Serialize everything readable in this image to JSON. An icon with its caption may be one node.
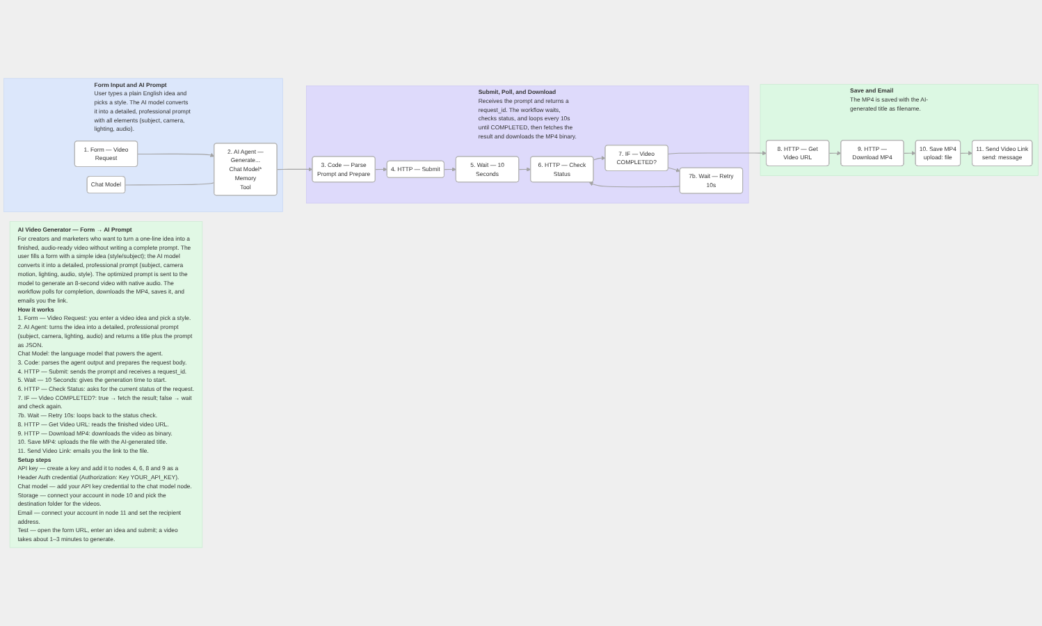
{
  "diagram": {
    "nodes": [
      {
        "text": [
          "AI Video Generator — Form → AI Prompt",
          "For creators and marketers who want to turn a one-line idea into a finished, audio-ready video without writing a complete prompt. The user fills a form with a simple idea (style/subject); the AI model converts it into a detailed, professional prompt (subject, camera motion, lighting, audio, style). The optimized prompt is sent to the model to generate an 8-second video with native audio. The workflow polls for completion, downloads the MP4, saves it, and emails you the link.",
          "How it works",
          "1. Form — Video Request: you enter a video idea and pick a style.",
          "2. AI Agent: turns the idea into a detailed, professional prompt (subject, camera, lighting, audio) and returns a title plus the prompt as JSON.",
          "Chat Model: the language model that powers the agent.",
          "3. Code: parses the agent output and prepares the request body.",
          "4. HTTP — Submit: sends the prompt and receives a request_id.",
          "5. Wait — 10 Seconds: gives the generation time to start.",
          "6. HTTP — Check Status: asks for the current status of the request.",
          "7. IF — Video COMPLETED?: true → fetch the result; false → wait and check again.",
          "7b. Wait — Retry 10s: loops back to the status check.",
          "8. HTTP — Get Video URL: reads the finished video URL.",
          "9. HTTP — Download MP4: downloads the video as binary.",
          "10. Save MP4: uploads the file with the AI-generated title.",
          "11. Send Video Link: emails you the link to the file.",
          "Setup steps",
          "API key — create a key and add it to nodes 4, 6, 8 and 9 as a Header Auth credential (Authorization: Key YOUR_API_KEY).",
          "Chat model — add your API key credential to the chat model node.",
          "Storage — connect your account in node 10 and pick the destination folder for the videos.",
          "Email — connect your account in node 11 and set the recipient address.",
          "Test — open the form URL, enter an idea and submit; a video takes about 1–3 minutes to generate."
        ]
      },
      {
        "text": [
          "Form Input and AI Prompt",
          "User types a plain English idea and picks a style. The AI model converts it into a detailed, professional prompt with all elements (subject, camera, lighting, audio)."
        ]
      },
      {
        "text": [
          "1. Form — Video Request"
        ],
        "in": 1
      },
      {
        "text": [
          "2. AI Agent — Generate...",
          "Chat Model*",
          "Memory",
          "Tool"
        ],
        "in": 1
      },
      {
        "text": [
          "Chat Model"
        ],
        "in": 1
      },
      {
        "text": [
          "Submit, Poll, and Download",
          "Receives the prompt and returns a request_id. The workflow waits, checks status, and loops every 10s until COMPLETED, then fetches the result and downloads the MP4 binary."
        ]
      },
      {
        "text": [
          "3. Code — Parse Prompt and Prepare"
        ],
        "in": 5
      },
      {
        "text": [
          "4. HTTP — Submit"
        ],
        "in": 5
      },
      {
        "text": [
          "5. Wait — 10 Seconds"
        ],
        "in": 5
      },
      {
        "text": [
          "6. HTTP — Check Status"
        ],
        "in": 5
      },
      {
        "text": [
          "7. IF — Video COMPLETED?"
        ],
        "in": 5
      },
      {
        "text": [
          "7b. Wait — Retry 10s"
        ],
        "in": 5
      },
      {
        "text": [
          "Save and Email",
          "The MP4 is saved with the AI-generated title as filename."
        ]
      },
      {
        "text": [
          "8. HTTP — Get Video URL"
        ],
        "in": 12
      },
      {
        "text": [
          "9. HTTP — Download MP4"
        ],
        "in": 12
      },
      {
        "text": [
          "10. Save MP4",
          "upload: file"
        ],
        "in": 12
      },
      {
        "text": [
          "11. Send Video Link",
          "send: message"
        ],
        "in": 12
      }
    ],
    "edges": [
      {
        "from": 2,
        "to": 3,
        "arrow": "to"
      },
      {
        "from": 4,
        "to": 3,
        "arrow": "none"
      },
      {
        "from": 3,
        "to": 6,
        "arrow": "to"
      },
      {
        "from": 6,
        "to": 7,
        "arrow": "to"
      },
      {
        "from": 7,
        "to": 8,
        "arrow": "to"
      },
      {
        "from": 8,
        "to": 9,
        "arrow": "to"
      },
      {
        "from": 9,
        "to": 10,
        "arrow": "to"
      },
      {
        "from": 10,
        "to": 13,
        "arrow": "to"
      },
      {
        "from": 10,
        "to": 11,
        "arrow": "to"
      },
      {
        "from": 11,
        "to": 9,
        "arrow": "to"
      },
      {
        "from": 13,
        "to": 14,
        "arrow": "to"
      },
      {
        "from": 14,
        "to": 15,
        "arrow": "to"
      },
      {
        "from": 15,
        "to": 16,
        "arrow": "to"
      }
    ]
  }
}
